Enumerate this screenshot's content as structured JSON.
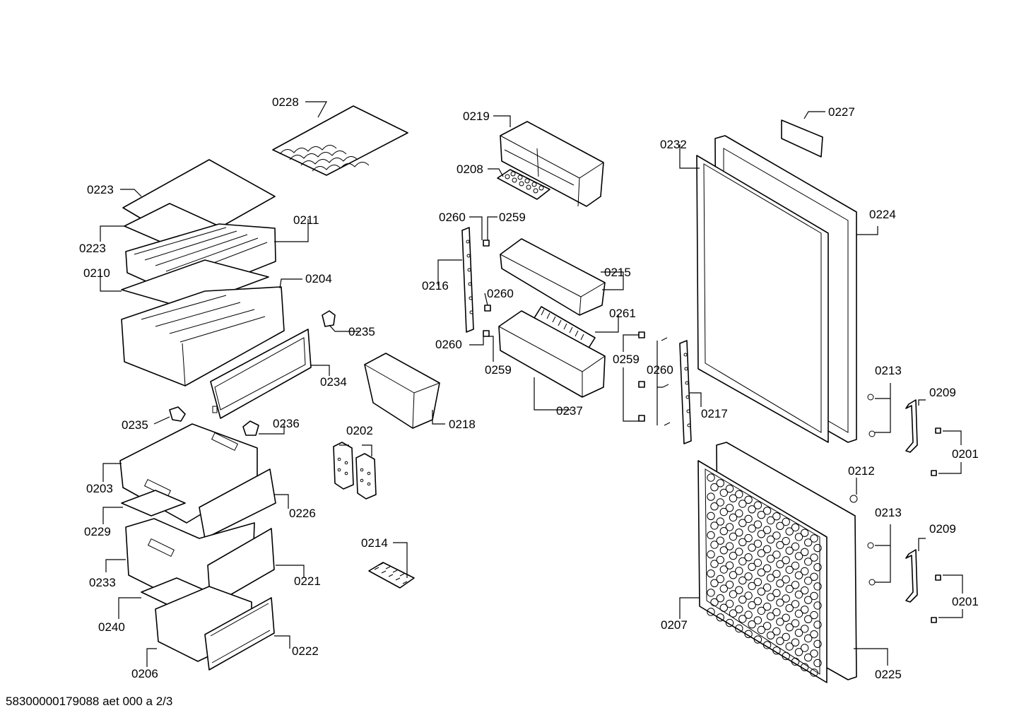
{
  "labels": {
    "p0228": "0228",
    "p0219": "0219",
    "p0227": "0227",
    "p0208": "0208",
    "p0232": "0232",
    "p0223a": "0223",
    "p0223b": "0223",
    "p0211": "0211",
    "p0210": "0210",
    "p0204": "0204",
    "p0235a": "0235",
    "p0234": "0234",
    "p0218": "0218",
    "p0260a": "0260",
    "p0259a": "0259",
    "p0216": "0216",
    "p0260b": "0260",
    "p0215": "0215",
    "p0261": "0261",
    "p0260c": "0260",
    "p0259b": "0259",
    "p0237": "0237",
    "p0259c": "0259",
    "p0260d": "0260",
    "p0217": "0217",
    "p0224": "0224",
    "p0213a": "0213",
    "p0209a": "0209",
    "p0201a": "0201",
    "p0235b": "0235",
    "p0236": "0236",
    "p0202": "0202",
    "p0203": "0203",
    "p0226": "0226",
    "p0229": "0229",
    "p0212": "0212",
    "p0213b": "0213",
    "p0209b": "0209",
    "p0233": "0233",
    "p0221": "0221",
    "p0214": "0214",
    "p0201b": "0201",
    "p0240": "0240",
    "p0207": "0207",
    "p0222": "0222",
    "p0206": "0206",
    "p0225": "0225"
  },
  "footer": "58300000179088 aet 000 a 2/3"
}
